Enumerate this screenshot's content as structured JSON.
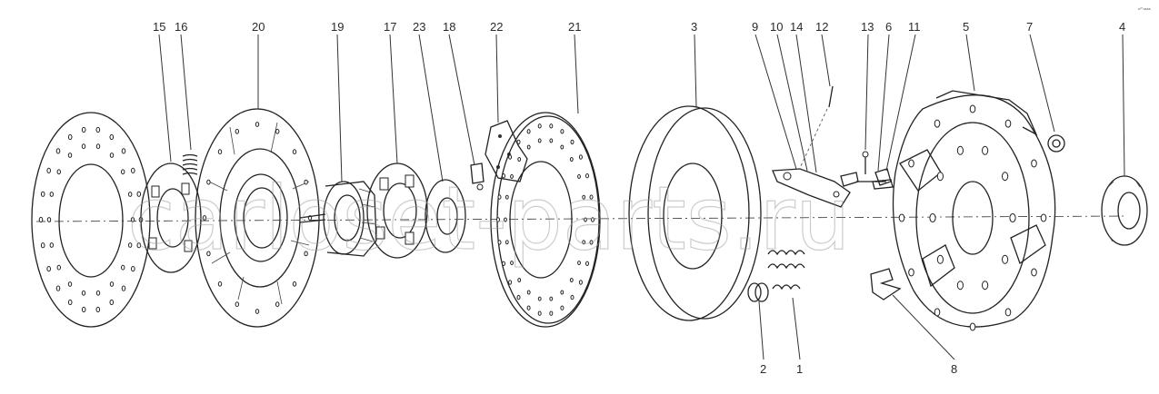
{
  "diagram": {
    "part_labels": [
      "15",
      "16",
      "20",
      "19",
      "17",
      "23",
      "18",
      "22",
      "21",
      "3",
      "9",
      "10",
      "14",
      "12",
      "13",
      "6",
      "11",
      "5",
      "7",
      "4",
      "2",
      "1",
      "8"
    ],
    "watermark": "carloset-parts.ru",
    "corner_mark": "s²³ ssss"
  }
}
